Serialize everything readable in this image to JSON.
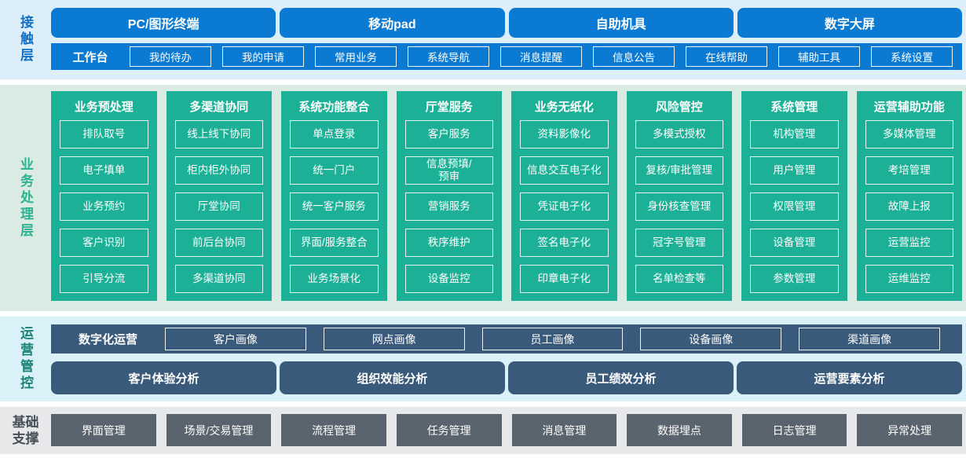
{
  "layers": {
    "contact": {
      "label": "接触层",
      "terminals": [
        "PC/图形终端",
        "移动pad",
        "自助机具",
        "数字大屏"
      ],
      "workbench": {
        "label": "工作台",
        "items": [
          "我的待办",
          "我的申请",
          "常用业务",
          "系统导航",
          "消息提醒",
          "信息公告",
          "在线帮助",
          "辅助工具",
          "系统设置"
        ]
      }
    },
    "business": {
      "label": "业务处理层",
      "columns": [
        {
          "title": "业务预处理",
          "items": [
            "排队取号",
            "电子填单",
            "业务预约",
            "客户识别",
            "引导分流"
          ]
        },
        {
          "title": "多渠道协同",
          "items": [
            "线上线下协同",
            "柜内柜外协同",
            "厅堂协同",
            "前后台协同",
            "多渠道协同"
          ]
        },
        {
          "title": "系统功能整合",
          "items": [
            "单点登录",
            "统一门户",
            "统一客户服务",
            "界面/服务整合",
            "业务场景化"
          ]
        },
        {
          "title": "厅堂服务",
          "items": [
            "客户服务",
            "信息预填/\n预审",
            "营销服务",
            "秩序维护",
            "设备监控"
          ]
        },
        {
          "title": "业务无纸化",
          "items": [
            "资料影像化",
            "信息交互电子化",
            "凭证电子化",
            "签名电子化",
            "印章电子化"
          ]
        },
        {
          "title": "风险管控",
          "items": [
            "多模式授权",
            "复核/审批管理",
            "身份核查管理",
            "冠字号管理",
            "名单检查等"
          ]
        },
        {
          "title": "系统管理",
          "items": [
            "机构管理",
            "用户管理",
            "权限管理",
            "设备管理",
            "参数管理"
          ]
        },
        {
          "title": "运营辅助功能",
          "items": [
            "多媒体管理",
            "考培管理",
            "故障上报",
            "运营监控",
            "运维监控"
          ]
        }
      ]
    },
    "operations": {
      "label": "运营管控",
      "digital_ops": {
        "label": "数字化运营",
        "items": [
          "客户画像",
          "网点画像",
          "员工画像",
          "设备画像",
          "渠道画像"
        ]
      },
      "analysis": [
        "客户体验分析",
        "组织效能分析",
        "员工绩效分析",
        "运营要素分析"
      ]
    },
    "foundation": {
      "label": "基础支撑",
      "items": [
        "界面管理",
        "场景/交易管理",
        "流程管理",
        "任务管理",
        "消息管理",
        "数据埋点",
        "日志管理",
        "异常处理"
      ]
    }
  },
  "colors": {
    "blue": "#0b7ad2",
    "blue_band_bg": "#ddeefb",
    "blue_label": "#1070c5",
    "teal": "#1cb096",
    "teal_band_bg": "#d9ebe2",
    "teal_label": "#2cb28f",
    "slate": "#3a5a7c",
    "cyan_band_bg": "#daf1f8",
    "ops_label": "#1b8276",
    "gray": "#5a646e",
    "gray_band_bg": "#e6e8ea",
    "foundation_label": "#474f58"
  }
}
